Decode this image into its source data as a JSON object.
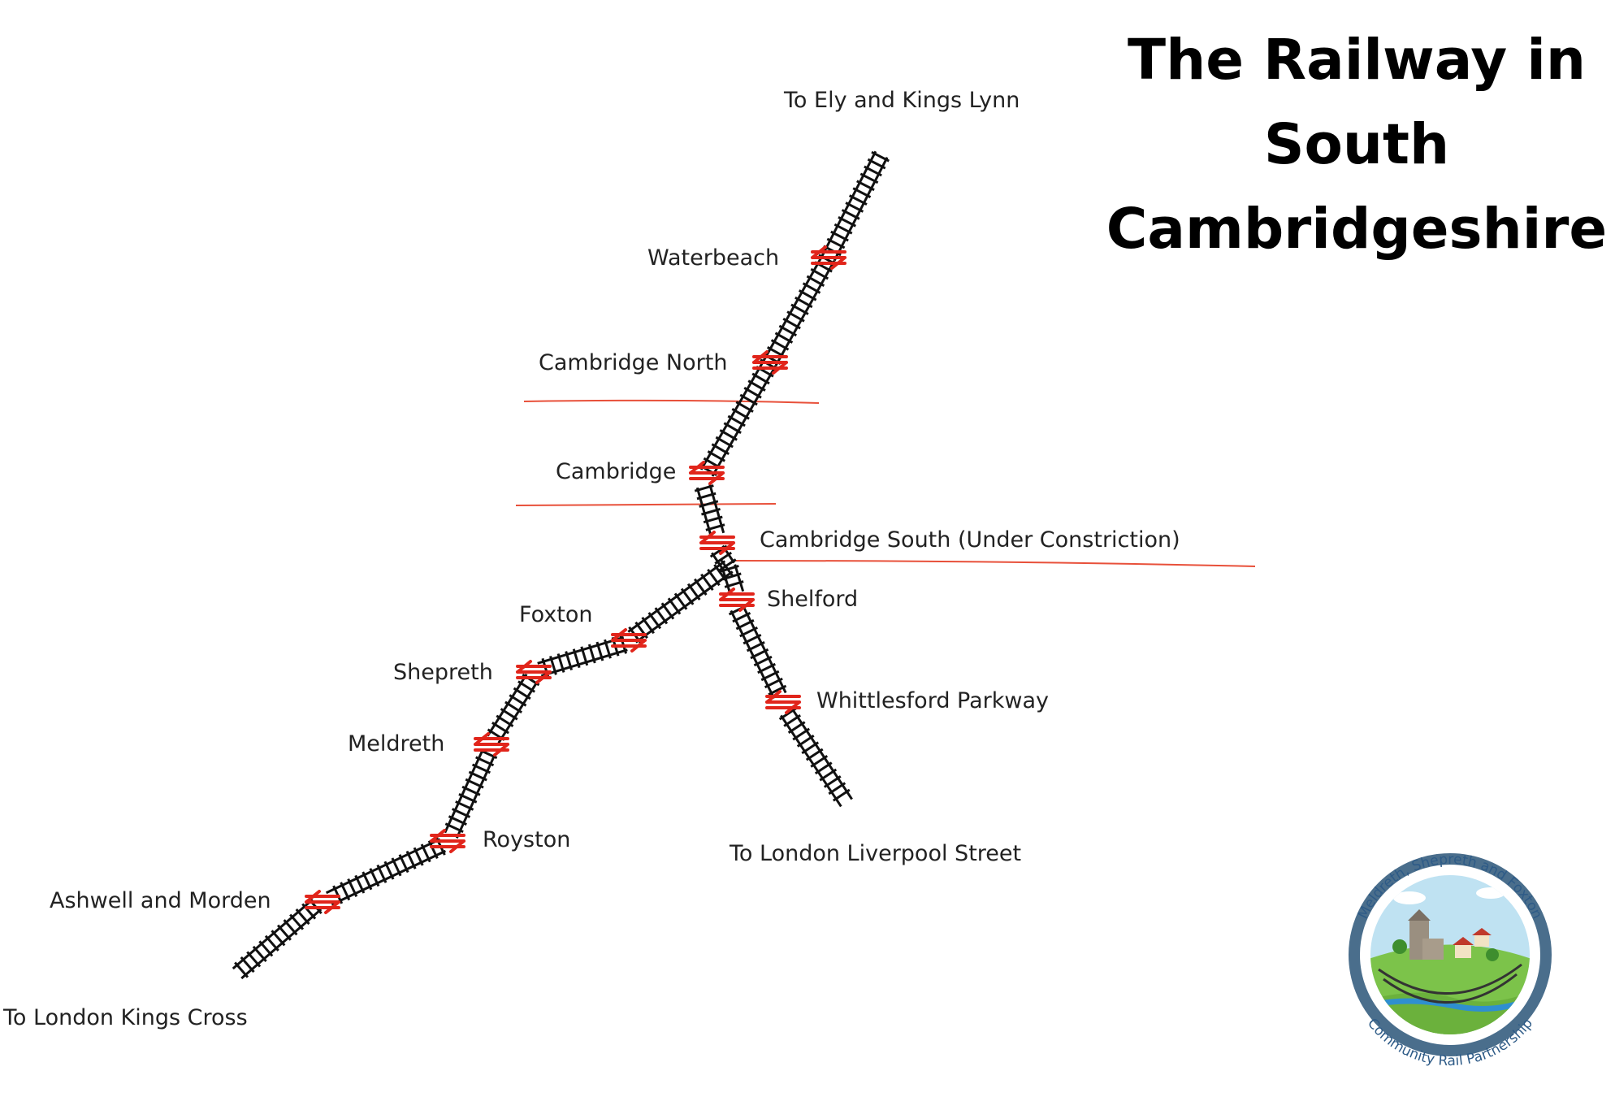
{
  "title": {
    "line1": "The Railway in",
    "line2": "South",
    "line3": "Cambridgeshire"
  },
  "destinations": {
    "north": "To Ely and Kings Lynn",
    "liverpool_street": "To London Liverpool Street",
    "kings_cross": "To London Kings Cross"
  },
  "stations": [
    {
      "id": "waterbeach",
      "name": "Waterbeach"
    },
    {
      "id": "cambridge-north",
      "name": "Cambridge North"
    },
    {
      "id": "cambridge",
      "name": "Cambridge"
    },
    {
      "id": "cambridge-south",
      "name": "Cambridge South (Under Constriction)"
    },
    {
      "id": "shelford",
      "name": "Shelford"
    },
    {
      "id": "whittlesford-parkway",
      "name": "Whittlesford Parkway"
    },
    {
      "id": "foxton",
      "name": "Foxton"
    },
    {
      "id": "shepreth",
      "name": "Shepreth"
    },
    {
      "id": "meldreth",
      "name": "Meldreth"
    },
    {
      "id": "royston",
      "name": "Royston"
    },
    {
      "id": "ashwell-and-morden",
      "name": "Ashwell and Morden"
    }
  ],
  "logo": {
    "arc_top": "Meldreth, Shepreth and Foxton",
    "arc_bottom": "Community Rail Partnership"
  },
  "colors": {
    "track": "#111111",
    "station_symbol": "#e1251b",
    "underline": "#e8503a",
    "logo_ring": "#4a6e8c"
  },
  "icons": {
    "station": "national-rail-double-arrow-icon"
  }
}
